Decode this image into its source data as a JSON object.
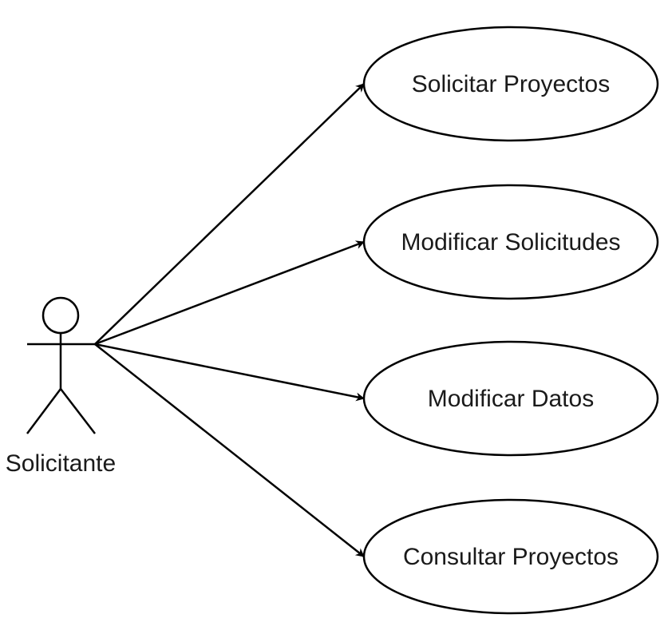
{
  "diagram": {
    "actor": {
      "name": "Solicitante"
    },
    "use_cases": [
      {
        "label": "Solicitar Proyectos"
      },
      {
        "label": "Modificar Solicitudes"
      },
      {
        "label": "Modificar Datos"
      },
      {
        "label": "Consultar Proyectos"
      }
    ]
  }
}
